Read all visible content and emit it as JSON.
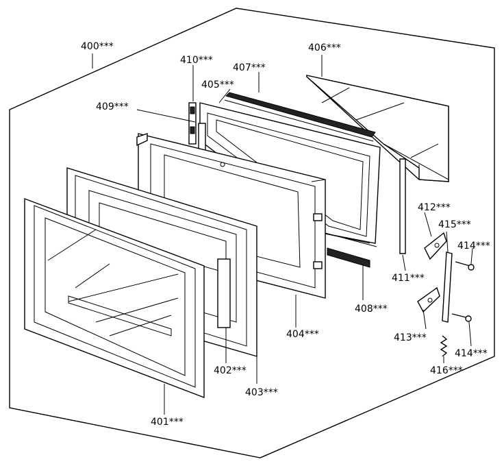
{
  "labels": {
    "l400": "400***",
    "l401": "401***",
    "l402": "402***",
    "l403": "403***",
    "l404": "404***",
    "l405": "405***",
    "l406": "406***",
    "l407": "407***",
    "l408": "408***",
    "l409": "409***",
    "l410": "410***",
    "l411": "411***",
    "l412": "412***",
    "l413": "413***",
    "l414a": "414***",
    "l414b": "414***",
    "l415": "415***",
    "l416": "416***"
  }
}
